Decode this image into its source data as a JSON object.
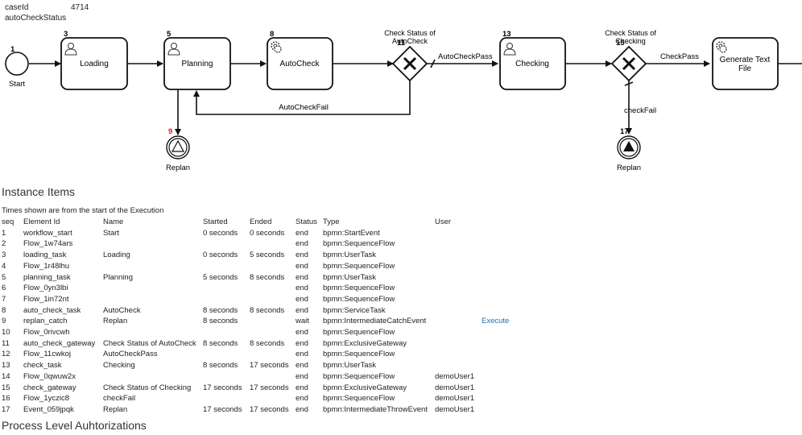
{
  "header": {
    "case_label": "caseId",
    "case_value": "4714",
    "status_label": "autoCheckStatus"
  },
  "diagram": {
    "start": {
      "number": "1",
      "label": "Start"
    },
    "loading": {
      "number": "3",
      "label": "Loading"
    },
    "planning": {
      "number": "5",
      "label": "Planning"
    },
    "autocheck": {
      "number": "8",
      "label": "AutoCheck"
    },
    "gateway1": {
      "number": "11",
      "label_line1": "Check Status of",
      "label_line2": "AutoCheck"
    },
    "checking": {
      "number": "13",
      "label": "Checking"
    },
    "gateway2": {
      "number": "15",
      "label_line1": "Check Status of",
      "label_line2": "Checking"
    },
    "generate": {
      "label_line1": "Generate Text",
      "label_line2": "File"
    },
    "replan1": {
      "number": "9",
      "label": "Replan"
    },
    "replan2": {
      "number": "17",
      "label": "Replan"
    },
    "flows": {
      "autocheckpass": "AutoCheckPass",
      "autocheckfail": "AutoCheckFail",
      "checkpass": "CheckPass",
      "checkfail": "checkFail"
    }
  },
  "instance_items": {
    "title": "Instance Items",
    "caption": "Times shown are from the start of the Execution",
    "columns": [
      "seq",
      "Element Id",
      "Name",
      "Started",
      "Ended",
      "Status",
      "Type",
      "User",
      ""
    ],
    "rows": [
      [
        "1",
        "workflow_start",
        "Start",
        "0 seconds",
        "0 seconds",
        "end",
        "bpmn:StartEvent",
        "",
        ""
      ],
      [
        "2",
        "Flow_1w74ars",
        "",
        "",
        "",
        "end",
        "bpmn:SequenceFlow",
        "",
        ""
      ],
      [
        "3",
        "loading_task",
        "Loading",
        "0 seconds",
        "5 seconds",
        "end",
        "bpmn:UserTask",
        "",
        ""
      ],
      [
        "4",
        "Flow_1r48lhu",
        "",
        "",
        "",
        "end",
        "bpmn:SequenceFlow",
        "",
        ""
      ],
      [
        "5",
        "planning_task",
        "Planning",
        "5 seconds",
        "8 seconds",
        "end",
        "bpmn:UserTask",
        "",
        ""
      ],
      [
        "6",
        "Flow_0yn3lbi",
        "",
        "",
        "",
        "end",
        "bpmn:SequenceFlow",
        "",
        ""
      ],
      [
        "7",
        "Flow_1in72nt",
        "",
        "",
        "",
        "end",
        "bpmn:SequenceFlow",
        "",
        ""
      ],
      [
        "8",
        "auto_check_task",
        "AutoCheck",
        "8 seconds",
        "8 seconds",
        "end",
        "bpmn:ServiceTask",
        "",
        ""
      ],
      [
        "9",
        "replan_catch",
        "Replan",
        "8 seconds",
        "",
        "wait",
        "bpmn:IntermediateCatchEvent",
        "",
        "Execute"
      ],
      [
        "10",
        "Flow_0rivcwh",
        "",
        "",
        "",
        "end",
        "bpmn:SequenceFlow",
        "",
        ""
      ],
      [
        "11",
        "auto_check_gateway",
        "Check Status of AutoCheck",
        "8 seconds",
        "8 seconds",
        "end",
        "bpmn:ExclusiveGateway",
        "",
        ""
      ],
      [
        "12",
        "Flow_11cwkoj",
        "AutoCheckPass",
        "",
        "",
        "end",
        "bpmn:SequenceFlow",
        "",
        ""
      ],
      [
        "13",
        "check_task",
        "Checking",
        "8 seconds",
        "17 seconds",
        "end",
        "bpmn:UserTask",
        "",
        ""
      ],
      [
        "14",
        "Flow_0qwuw2x",
        "",
        "",
        "",
        "end",
        "bpmn:SequenceFlow",
        "demoUser1",
        ""
      ],
      [
        "15",
        "check_gateway",
        "Check Status of Checking",
        "17 seconds",
        "17 seconds",
        "end",
        "bpmn:ExclusiveGateway",
        "demoUser1",
        ""
      ],
      [
        "16",
        "Flow_1yczic8",
        "checkFail",
        "",
        "",
        "end",
        "bpmn:SequenceFlow",
        "demoUser1",
        ""
      ],
      [
        "17",
        "Event_059jpqk",
        "Replan",
        "17 seconds",
        "17 seconds",
        "end",
        "bpmn:IntermediateThrowEvent",
        "demoUser1",
        ""
      ]
    ]
  },
  "process_auth": {
    "title": "Process Level Auhtorizations"
  }
}
